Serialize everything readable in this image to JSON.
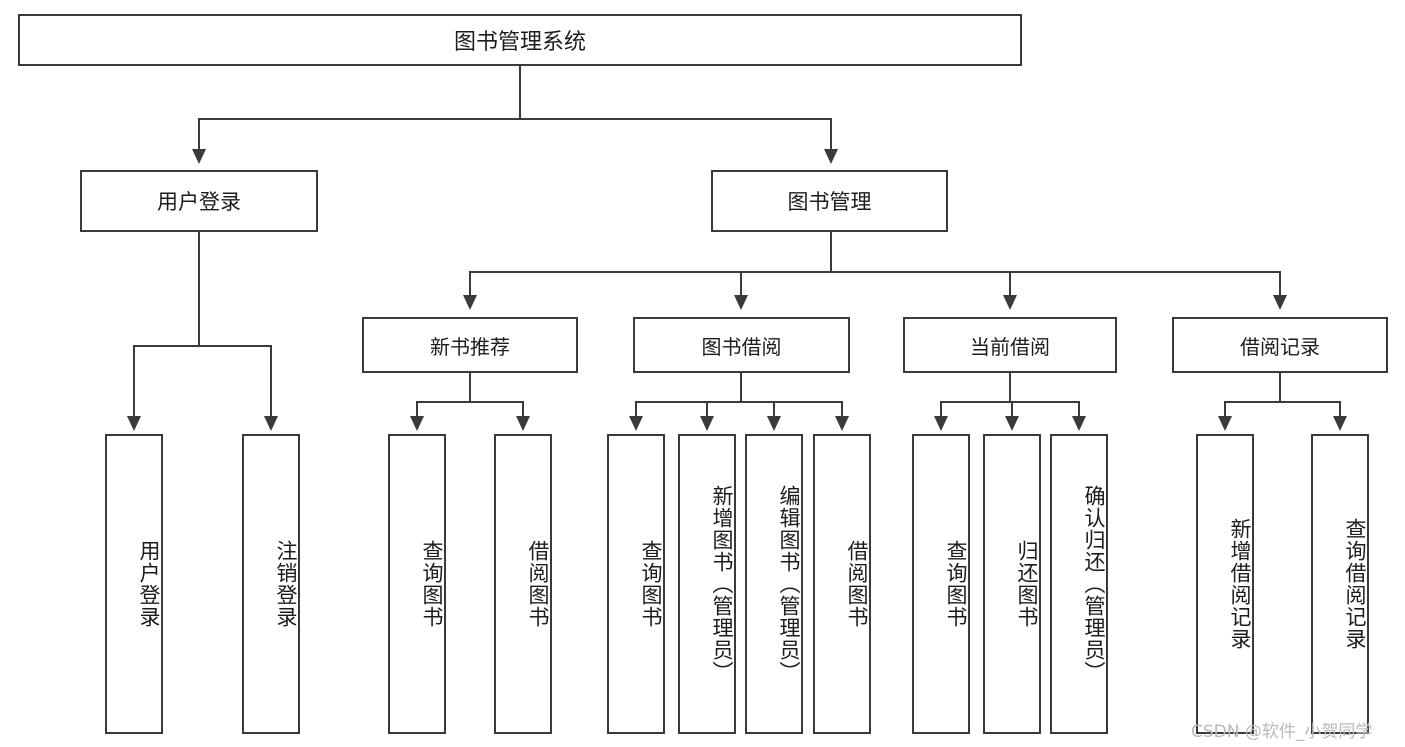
{
  "diagram": {
    "title": "图书管理系统",
    "type": "tree-hierarchy",
    "root": {
      "label": "图书管理系统"
    },
    "level2": [
      {
        "label": "用户登录"
      },
      {
        "label": "图书管理"
      }
    ],
    "level3": [
      {
        "label": "新书推荐"
      },
      {
        "label": "图书借阅"
      },
      {
        "label": "当前借阅"
      },
      {
        "label": "借阅记录"
      }
    ],
    "leaves": {
      "user_login": [
        {
          "label": "用户登录"
        },
        {
          "label": "注销登录"
        }
      ],
      "new_book_recommend": [
        {
          "label": "查询图书"
        },
        {
          "label": "借阅图书"
        }
      ],
      "book_borrow": [
        {
          "label": "查询图书"
        },
        {
          "label": "新增图书（管理员）"
        },
        {
          "label": "编辑图书（管理员）"
        },
        {
          "label": "借阅图书"
        }
      ],
      "current_borrow": [
        {
          "label": "查询图书"
        },
        {
          "label": "归还图书"
        },
        {
          "label": "确认归还（管理员）"
        }
      ],
      "borrow_record": [
        {
          "label": "新增借阅记录"
        },
        {
          "label": "查询借阅记录"
        }
      ]
    }
  },
  "watermark": {
    "text": "CSDN @软件_小贺同学"
  },
  "colors": {
    "border": "#3a3a3a",
    "text": "#1c1c1c",
    "background": "#ffffff",
    "watermark": "#b9b9b9"
  }
}
